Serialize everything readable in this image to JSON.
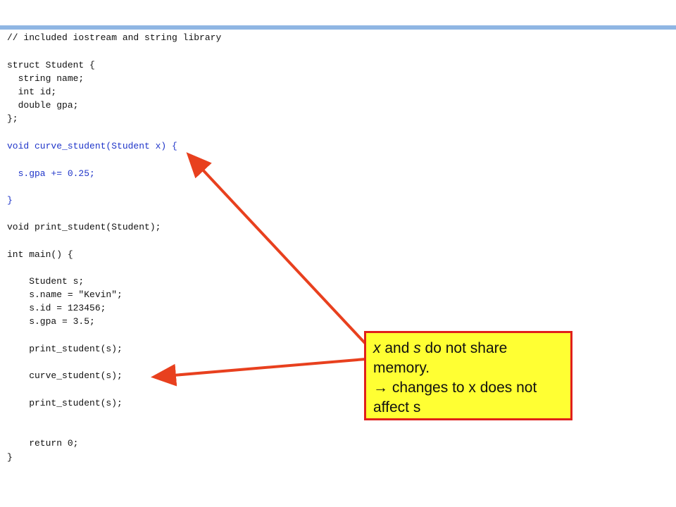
{
  "code": {
    "lines": [
      {
        "text": "// included iostream and string library",
        "highlight": false
      },
      {
        "text": "struct Student {",
        "highlight": false
      },
      {
        "text": "  string name;",
        "highlight": false
      },
      {
        "text": "  int id;",
        "highlight": false
      },
      {
        "text": "  double gpa;",
        "highlight": false
      },
      {
        "text": "};",
        "highlight": false
      },
      {
        "text": "void curve_student(Student x) {",
        "highlight": true
      },
      {
        "text": "  s.gpa += 0.25;",
        "highlight": true
      },
      {
        "text": "}",
        "highlight": true
      },
      {
        "text": "void print_student(Student);",
        "highlight": false
      },
      {
        "text": "int main() {",
        "highlight": false
      },
      {
        "text": "    Student s;",
        "highlight": false
      },
      {
        "text": "    s.name = \"Kevin\";",
        "highlight": false
      },
      {
        "text": "    s.id = 123456;",
        "highlight": false
      },
      {
        "text": "    s.gpa = 3.5;",
        "highlight": false
      },
      {
        "text": "    print_student(s);",
        "highlight": false
      },
      {
        "text": "    curve_student(s);",
        "highlight": false
      },
      {
        "text": "    print_student(s);",
        "highlight": false
      },
      {
        "text": "    return 0;",
        "highlight": false
      },
      {
        "text": "}",
        "highlight": false
      }
    ]
  },
  "callout": {
    "var_x": "x",
    "and_text": " and ",
    "var_s": "s",
    "share_text": " do not share memory.",
    "arrow_glyph": "→",
    "consequence": " changes to x does not affect s"
  },
  "colors": {
    "highlight_code": "#1f35c9",
    "arrow": "#e8401e",
    "callout_fill": "#ffff33",
    "callout_border": "#e0201b",
    "top_rule": "#8fb6e3"
  }
}
